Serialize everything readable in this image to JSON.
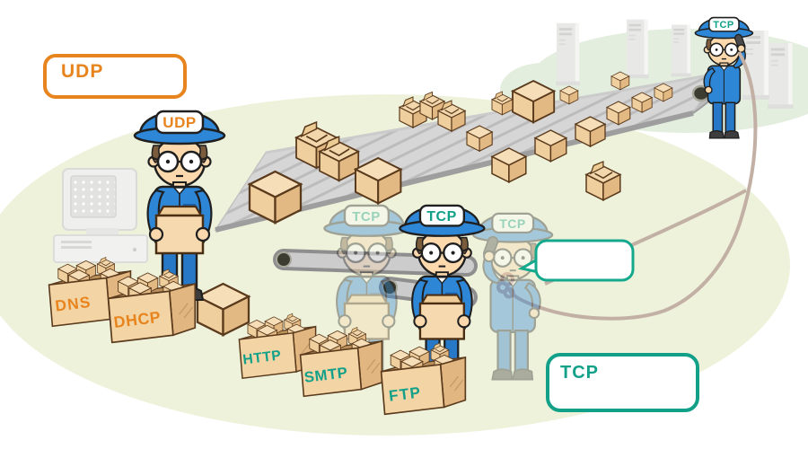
{
  "annotations": {
    "udp_label_box": {
      "text": "UDP",
      "border_color": "#E8841E",
      "text_color": "#E8841E"
    },
    "tcp_label_box": {
      "text": "TCP",
      "border_color": "#12A089",
      "text_color": "#12A089"
    },
    "speech_bubble": {
      "text": "",
      "border_color": "#14A98C"
    }
  },
  "workers": {
    "udp_worker": {
      "cap_text": "UDP",
      "cap_text_color": "#E8841E"
    },
    "tcp_worker_main": {
      "cap_text": "TCP",
      "cap_text_color": "#12A089"
    },
    "tcp_worker_ghost_left": {
      "cap_text": "TCP",
      "cap_text_color": "#12A089"
    },
    "tcp_worker_ghost_right": {
      "cap_text": "TCP",
      "cap_text_color": "#12A089"
    },
    "tcp_worker_remote": {
      "cap_text": "TCP",
      "cap_text_color": "#12A089"
    }
  },
  "crates": {
    "udp_protocols": [
      {
        "label": "DNS"
      },
      {
        "label": "DHCP"
      }
    ],
    "tcp_protocols": [
      {
        "label": "HTTP"
      },
      {
        "label": "SMTP"
      },
      {
        "label": "FTP"
      }
    ],
    "udp_text_color": "#E8841E",
    "tcp_text_color": "#12A089"
  },
  "colors": {
    "orange_accent": "#E8841E",
    "teal_accent": "#12A089",
    "worker_blue": "#2E86D6",
    "box_tan": "#F3D4A4",
    "belt_gray": "#D5D5D5",
    "floor_green": "#EEF2DB"
  }
}
